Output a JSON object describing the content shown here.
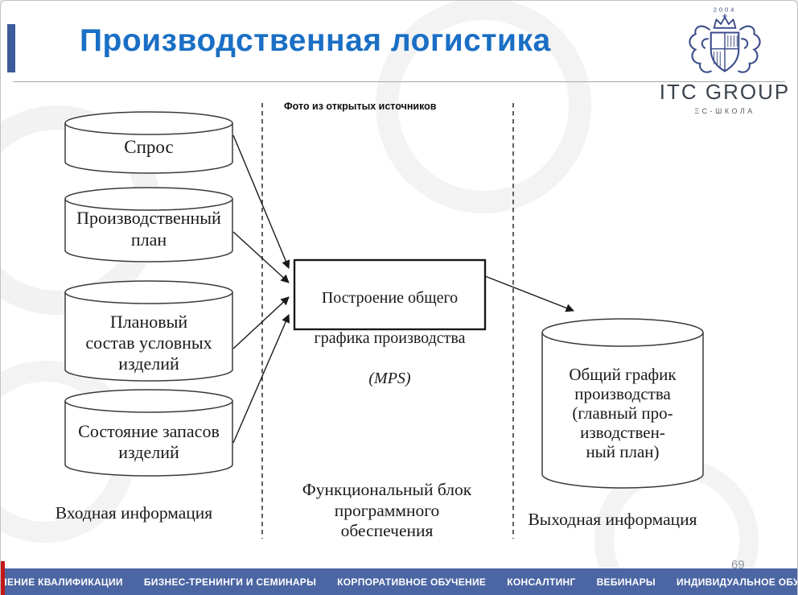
{
  "header": {
    "title": "Производственная логистика"
  },
  "logo": {
    "year": "2004",
    "name": "ITC GROUP",
    "tagline": "ΞС-ШКОЛА"
  },
  "photo_caption": "Фото из открытых источников",
  "diagram": {
    "input_cylinders": [
      {
        "label": "Спрос"
      },
      {
        "label": "Производственный\nплан"
      },
      {
        "label": "Плановый\nсостав условных\nизделий"
      },
      {
        "label": "Состояние запасов\nизделий"
      }
    ],
    "process_box": {
      "line1": "Построение общего",
      "line2": "графика производства",
      "line3": "(MPS)"
    },
    "output_cylinder": {
      "label": "Общий график\nпроизводства\n(главный про-\nизводствен-\nный план)"
    },
    "section_labels": {
      "input": "Входная информация",
      "middle": "Функциональный блок\nпрограммного\nобеспечения",
      "output": "Выходная информация"
    }
  },
  "page_number": "69",
  "footer": {
    "items": [
      "ПОВЫШЕНИЕ КВАЛИФИКАЦИИ",
      "БИЗНЕС-ТРЕНИНГИ И СЕМИНАРЫ",
      "КОРПОРАТИВНОЕ ОБУЧЕНИЕ",
      "КОНСАЛТИНГ",
      "ВЕБИНАРЫ",
      "ИНДИВИДУАЛЬНОЕ ОБУЧЕНИЕ"
    ]
  },
  "colors": {
    "title_blue": "#1a6fc5",
    "accent_bar_blue": "#3e5c9b",
    "footer_blue": "#4b66a3",
    "logo_navy": "#3d4d8a",
    "red_strip": "#c01818"
  }
}
